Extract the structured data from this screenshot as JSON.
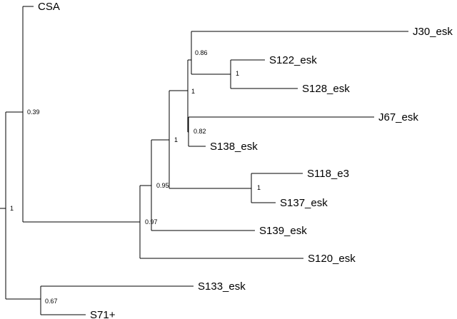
{
  "tree": {
    "leaves": {
      "csa": "CSA",
      "j30": "J30_esk",
      "s122": "S122_esk",
      "s128": "S128_esk",
      "j67": "J67_esk",
      "s138": "S138_esk",
      "s118": "S118_e3",
      "s137": "S137_esk",
      "s139": "S139_esk",
      "s120": "S120_esk",
      "s133": "S133_esk",
      "s71": "S71+"
    },
    "support": {
      "root": "1",
      "csa_clade": "0.39",
      "n097": "0.97",
      "n095": "0.95",
      "n1_main": "1",
      "n1_upper": "1",
      "n086": "0.86",
      "n1_s122": "1",
      "n082": "0.82",
      "n1_s118": "1",
      "n067": "0.67"
    }
  }
}
